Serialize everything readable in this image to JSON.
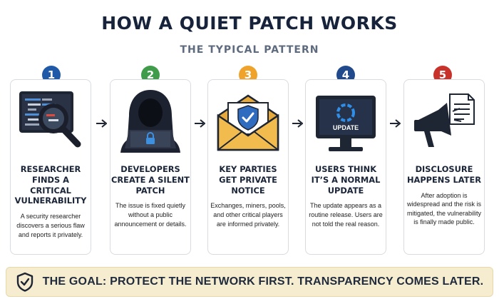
{
  "title": "HOW A QUIET PATCH WORKS",
  "subtitle": "THE TYPICAL PATTERN",
  "steps": [
    {
      "number": "1",
      "color": "#1f5aa8",
      "heading": "RESEARCHER FINDS A CRITICAL VULNERABILITY",
      "description": "A security researcher discovers a serious flaw and reports it privately.",
      "icon": "code-screen-magnifier-icon"
    },
    {
      "number": "2",
      "color": "#3e9c4a",
      "heading": "DEVELOPERS CREATE A SILENT PATCH",
      "description": "The issue is fixed quietly without a public announcement or details.",
      "icon": "hooded-developer-laptop-icon"
    },
    {
      "number": "3",
      "color": "#f0a32a",
      "heading": "KEY PARTIES GET PRIVATE NOTICE",
      "description": "Exchanges, miners, pools, and other critical players are informed privately.",
      "icon": "envelope-shield-icon"
    },
    {
      "number": "4",
      "color": "#214a8c",
      "heading": "USERS THINK IT’S A NORMAL UPDATE",
      "description": "The update appears as a routine release. Users are not told the real reason.",
      "icon": "monitor-update-icon",
      "screen_text": "UPDATE"
    },
    {
      "number": "5",
      "color": "#c8322b",
      "heading": "DISCLOSURE HAPPENS LATER",
      "description": "After adoption is widespread and the risk is mitigated, the vulnerability is finally made public.",
      "icon": "megaphone-document-icon"
    }
  ],
  "goal": {
    "text": "THE GOAL: PROTECT THE NETWORK FIRST. TRANSPARENCY COMES LATER.",
    "icon": "shield-check-icon"
  }
}
